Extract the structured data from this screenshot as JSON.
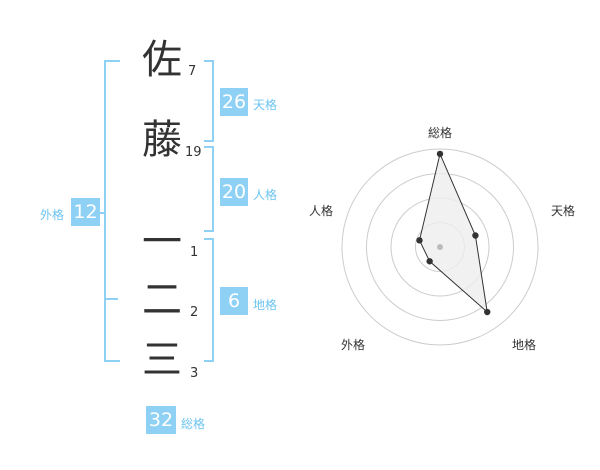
{
  "characters": [
    {
      "char": "佐",
      "strokes": "7"
    },
    {
      "char": "藤",
      "strokes": "19"
    },
    {
      "char": "一",
      "strokes": "1"
    },
    {
      "char": "二",
      "strokes": "2"
    },
    {
      "char": "三",
      "strokes": "3"
    }
  ],
  "kakusu": {
    "tenkaku": {
      "value": "26",
      "label": "天格"
    },
    "jinkaku": {
      "value": "20",
      "label": "人格"
    },
    "chikaku": {
      "value": "6",
      "label": "地格"
    },
    "gaikaku": {
      "value": "12",
      "label": "外格"
    },
    "soukaku": {
      "value": "32",
      "label": "総格"
    }
  },
  "radar": {
    "axes": [
      "総格",
      "天格",
      "地格",
      "外格",
      "人格"
    ],
    "values": [
      0.95,
      0.38,
      0.82,
      0.18,
      0.22
    ],
    "max": 1,
    "rings": 4,
    "colors": {
      "ring": "#cccccc",
      "fill": "#eeeeee",
      "line": "#333333",
      "center": "#bbbbbb"
    }
  }
}
